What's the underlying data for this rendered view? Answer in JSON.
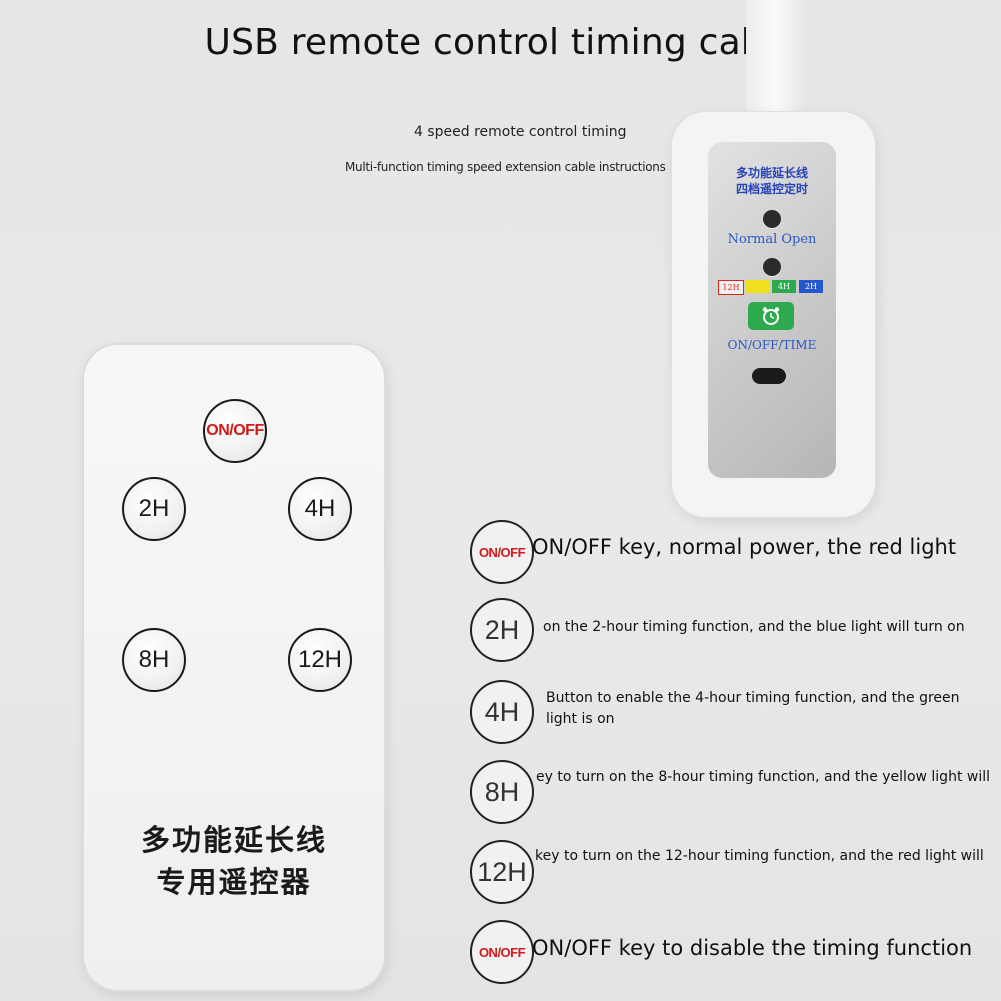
{
  "header": {
    "title": "USB remote control timing cable",
    "subtitle": "4 speed remote control timing",
    "caption": "Multi-function timing speed extension cable instructions"
  },
  "remote": {
    "buttons": {
      "onoff": "ON/OFF",
      "h2": "2H",
      "h4": "4H",
      "h8": "8H",
      "h12": "12H"
    },
    "label_line1": "多功能延长线",
    "label_line2": "专用遥控器"
  },
  "device": {
    "label_line1": "多功能延长线",
    "label_line2": "四档遥控定时",
    "normal_open": "Normal Open",
    "chips": {
      "c12": "12H",
      "c8": "",
      "c4": "4H",
      "c2": "2H"
    },
    "onoff_time": "ON/OFF/TIME",
    "colors": {
      "red": "#d9261c",
      "yellow": "#f0e020",
      "green": "#2eaa4e",
      "blue": "#2456d0"
    }
  },
  "instructions": [
    {
      "icon": "ON/OFF",
      "text": "ON/OFF key, normal power, the red light"
    },
    {
      "icon": "2H",
      "text": "on the 2-hour timing function, and the blue light will turn on"
    },
    {
      "icon": "4H",
      "text_line1": "Button to enable the 4-hour timing function, and the green",
      "text_line2": "light is on"
    },
    {
      "icon": "8H",
      "text": "ey to turn on the 8-hour timing function, and the yellow light will"
    },
    {
      "icon": "12H",
      "text": "key to turn on the 12-hour timing function, and the red light will"
    },
    {
      "icon": "ON/OFF",
      "text": "ON/OFF key to disable the timing function"
    }
  ]
}
